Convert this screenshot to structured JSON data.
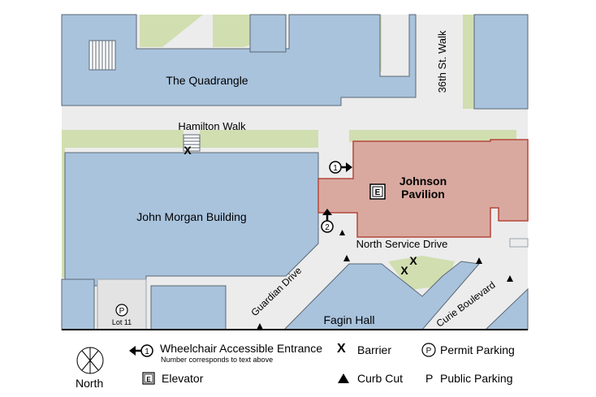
{
  "map": {
    "labels": {
      "quadrangle": "The Quadrangle",
      "hamilton_walk": "Hamilton Walk",
      "walk_36th": "36th St. Walk",
      "john_morgan": "John Morgan Building",
      "johnson_line1": "Johnson",
      "johnson_line2": "Pavilion",
      "north_service": "North Service Drive",
      "guardian": "Guardian Drive",
      "curie": "Curie Boulevard",
      "fagin": "Fagin Hall",
      "lot11": "Lot 11",
      "entrance1_num": "1",
      "entrance2_num": "2",
      "elevator_glyph": "E",
      "permit_glyph": "P",
      "barrier_glyph": "X"
    },
    "colors": {
      "building": "#a9c3dd",
      "johnson": "#d9a9a0",
      "johnson_outline": "#b5473b",
      "green": "#d1deb0",
      "paved": "#ececec",
      "outline": "#5b6774"
    }
  },
  "legend": {
    "north": "North",
    "wheelchair": "Wheelchair Accessible Entrance",
    "wheelchair_note": "Number corresponds to text above",
    "wheelchair_num": "1",
    "elevator": "Elevator",
    "elevator_glyph": "E",
    "barrier": "Barrier",
    "barrier_glyph": "X",
    "curb_cut": "Curb Cut",
    "permit_parking": "Permit Parking",
    "permit_glyph": "P",
    "public_parking": "Public Parking",
    "public_glyph": "P"
  }
}
